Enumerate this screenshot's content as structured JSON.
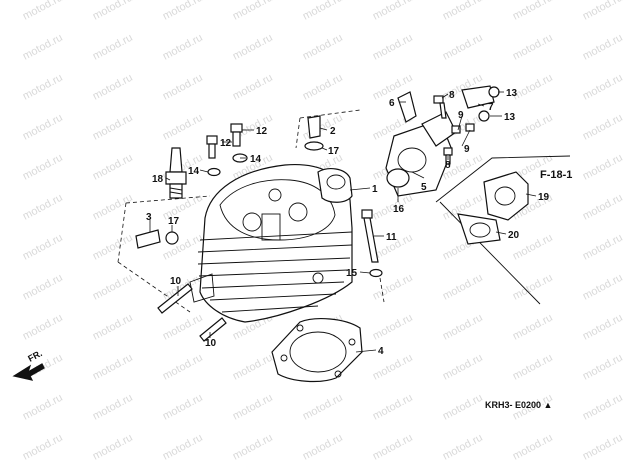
{
  "diagram": {
    "watermark": "motod.ru",
    "inset_title": "F-18-1",
    "diagram_code": "KRH3- E0200 ▲",
    "direction_label": "FR.",
    "callouts": [
      {
        "id": "c1",
        "label": "1"
      },
      {
        "id": "c2",
        "label": "2"
      },
      {
        "id": "c3",
        "label": "3"
      },
      {
        "id": "c4",
        "label": "4"
      },
      {
        "id": "c5",
        "label": "5"
      },
      {
        "id": "c6",
        "label": "6"
      },
      {
        "id": "c7",
        "label": "7"
      },
      {
        "id": "c8a",
        "label": "8"
      },
      {
        "id": "c8b",
        "label": "8"
      },
      {
        "id": "c9a",
        "label": "9"
      },
      {
        "id": "c9b",
        "label": "9"
      },
      {
        "id": "c10a",
        "label": "10"
      },
      {
        "id": "c10b",
        "label": "10"
      },
      {
        "id": "c11",
        "label": "11"
      },
      {
        "id": "c12a",
        "label": "12"
      },
      {
        "id": "c12b",
        "label": "12"
      },
      {
        "id": "c13a",
        "label": "13"
      },
      {
        "id": "c13b",
        "label": "13"
      },
      {
        "id": "c14a",
        "label": "14"
      },
      {
        "id": "c14b",
        "label": "14"
      },
      {
        "id": "c15",
        "label": "15"
      },
      {
        "id": "c16",
        "label": "16"
      },
      {
        "id": "c17a",
        "label": "17"
      },
      {
        "id": "c17b",
        "label": "17"
      },
      {
        "id": "c18",
        "label": "18"
      },
      {
        "id": "c19",
        "label": "19"
      },
      {
        "id": "c20",
        "label": "20"
      }
    ]
  }
}
